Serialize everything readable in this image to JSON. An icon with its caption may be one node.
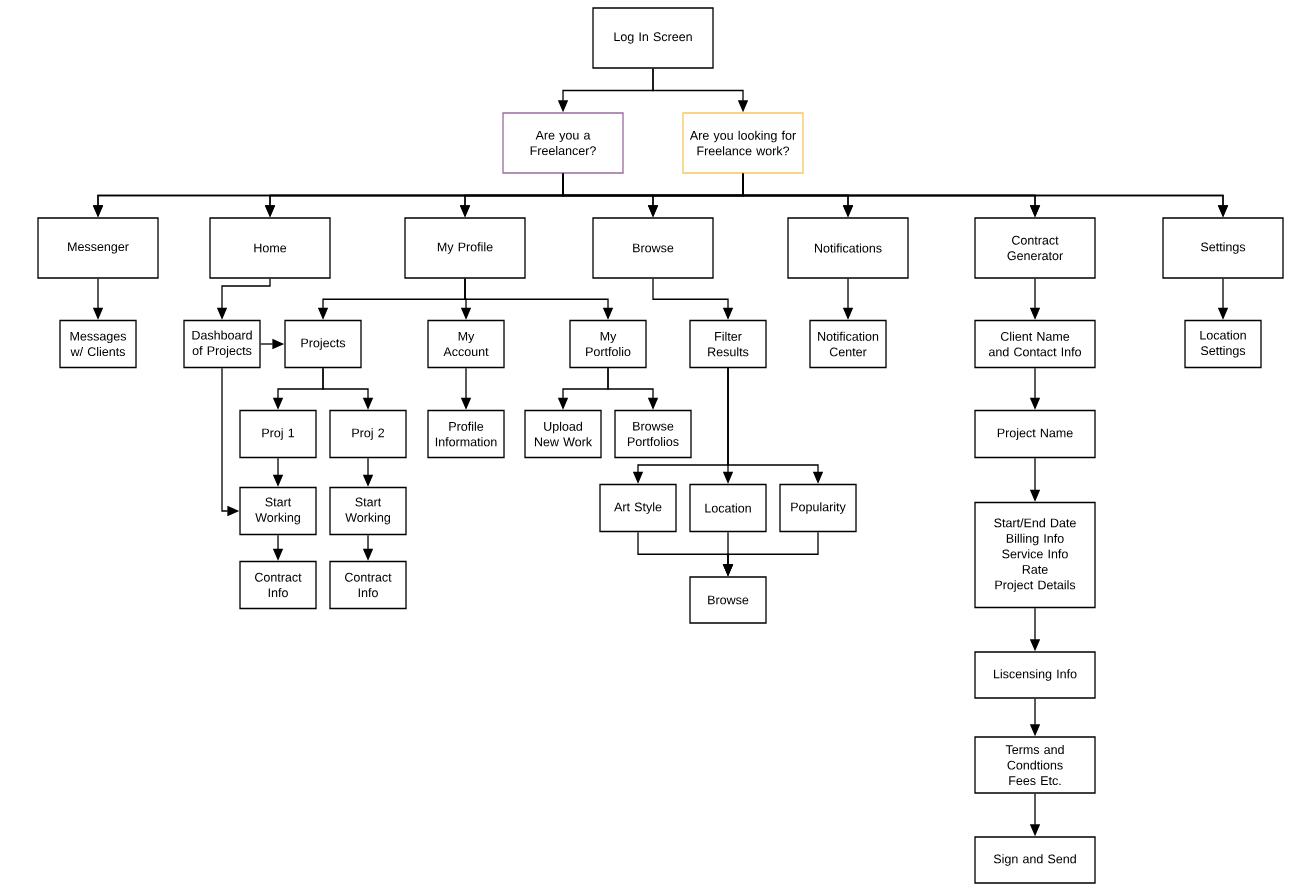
{
  "diagram": {
    "nodes": [
      {
        "text": [
          "Log In Screen"
        ]
      },
      {
        "text": [
          "Are you a Freelancer?"
        ]
      },
      {
        "text": [
          "Are you looking for Freelance work?"
        ]
      },
      {
        "text": [
          "Messenger"
        ]
      },
      {
        "text": [
          "Home"
        ]
      },
      {
        "text": [
          "My Profile"
        ]
      },
      {
        "text": [
          "Browse"
        ]
      },
      {
        "text": [
          "Notifications"
        ]
      },
      {
        "text": [
          "Contract Generator"
        ]
      },
      {
        "text": [
          "Settings"
        ]
      },
      {
        "text": [
          "Messages w/ Clients"
        ]
      },
      {
        "text": [
          "Dashboard of Projects"
        ]
      },
      {
        "text": [
          "Projects"
        ]
      },
      {
        "text": [
          "My Account"
        ]
      },
      {
        "text": [
          "My Portfolio"
        ]
      },
      {
        "text": [
          "Filter Results"
        ]
      },
      {
        "text": [
          "Notification Center"
        ]
      },
      {
        "text": [
          "Client Name and Contact Info"
        ]
      },
      {
        "text": [
          "Location Settings"
        ]
      },
      {
        "text": [
          "Proj 1"
        ]
      },
      {
        "text": [
          "Proj 2"
        ]
      },
      {
        "text": [
          "Profile Information"
        ]
      },
      {
        "text": [
          "Upload New Work"
        ]
      },
      {
        "text": [
          "Browse Portfolios"
        ]
      },
      {
        "text": [
          "Project Name"
        ]
      },
      {
        "text": [
          "Start Working"
        ]
      },
      {
        "text": [
          "Start Working"
        ]
      },
      {
        "text": [
          "Art Style"
        ]
      },
      {
        "text": [
          "Location"
        ]
      },
      {
        "text": [
          "Popularity"
        ]
      },
      {
        "text": [
          "Start/End Date",
          "Billing Info",
          "Service Info",
          "Rate",
          "Project Details"
        ]
      },
      {
        "text": [
          "Contract Info"
        ]
      },
      {
        "text": [
          "Contract Info"
        ]
      },
      {
        "text": [
          "Browse"
        ]
      },
      {
        "text": [
          "Liscensing Info"
        ]
      },
      {
        "text": [
          "Terms and Condtions",
          "Fees Etc."
        ]
      },
      {
        "text": [
          "Sign and Send"
        ]
      }
    ],
    "edges": [
      {
        "from": 0,
        "to": 1,
        "arrow": "to"
      },
      {
        "from": 0,
        "to": 2,
        "arrow": "to"
      },
      {
        "from": 1,
        "to": 3,
        "arrow": "to"
      },
      {
        "from": 1,
        "to": 4,
        "arrow": "to"
      },
      {
        "from": 1,
        "to": 5,
        "arrow": "to"
      },
      {
        "from": 1,
        "to": 6,
        "arrow": "to"
      },
      {
        "from": 1,
        "to": 7,
        "arrow": "to"
      },
      {
        "from": 1,
        "to": 8,
        "arrow": "to"
      },
      {
        "from": 1,
        "to": 9,
        "arrow": "to"
      },
      {
        "from": 2,
        "to": 3,
        "arrow": "to"
      },
      {
        "from": 2,
        "to": 4,
        "arrow": "to"
      },
      {
        "from": 2,
        "to": 5,
        "arrow": "to"
      },
      {
        "from": 2,
        "to": 6,
        "arrow": "to"
      },
      {
        "from": 2,
        "to": 7,
        "arrow": "to"
      },
      {
        "from": 2,
        "to": 8,
        "arrow": "to"
      },
      {
        "from": 2,
        "to": 9,
        "arrow": "to"
      },
      {
        "from": 3,
        "to": 10,
        "arrow": "to"
      },
      {
        "from": 4,
        "to": 11,
        "arrow": "to"
      },
      {
        "from": 5,
        "to": 12,
        "arrow": "to"
      },
      {
        "from": 5,
        "to": 13,
        "arrow": "to"
      },
      {
        "from": 5,
        "to": 14,
        "arrow": "to"
      },
      {
        "from": 6,
        "to": 15,
        "arrow": "to"
      },
      {
        "from": 7,
        "to": 16,
        "arrow": "to"
      },
      {
        "from": 8,
        "to": 17,
        "arrow": "to"
      },
      {
        "from": 9,
        "to": 18,
        "arrow": "to"
      },
      {
        "from": 11,
        "to": 12,
        "arrow": "to"
      },
      {
        "from": 11,
        "to": 25,
        "arrow": "to"
      },
      {
        "from": 12,
        "to": 19,
        "arrow": "to"
      },
      {
        "from": 12,
        "to": 20,
        "arrow": "to"
      },
      {
        "from": 13,
        "to": 21,
        "arrow": "to"
      },
      {
        "from": 14,
        "to": 22,
        "arrow": "to"
      },
      {
        "from": 14,
        "to": 23,
        "arrow": "to"
      },
      {
        "from": 15,
        "to": 27,
        "arrow": "to"
      },
      {
        "from": 15,
        "to": 28,
        "arrow": "to"
      },
      {
        "from": 15,
        "to": 29,
        "arrow": "to"
      },
      {
        "from": 27,
        "to": 33,
        "arrow": "to"
      },
      {
        "from": 28,
        "to": 33,
        "arrow": "to"
      },
      {
        "from": 29,
        "to": 33,
        "arrow": "to"
      },
      {
        "from": 19,
        "to": 25,
        "arrow": "to"
      },
      {
        "from": 20,
        "to": 26,
        "arrow": "to"
      },
      {
        "from": 25,
        "to": 31,
        "arrow": "to"
      },
      {
        "from": 26,
        "to": 32,
        "arrow": "to"
      },
      {
        "from": 17,
        "to": 24,
        "arrow": "to"
      },
      {
        "from": 24,
        "to": 30,
        "arrow": "to"
      },
      {
        "from": 30,
        "to": 34,
        "arrow": "to"
      },
      {
        "from": 34,
        "to": 35,
        "arrow": "to"
      },
      {
        "from": 35,
        "to": 36,
        "arrow": "to"
      }
    ]
  }
}
